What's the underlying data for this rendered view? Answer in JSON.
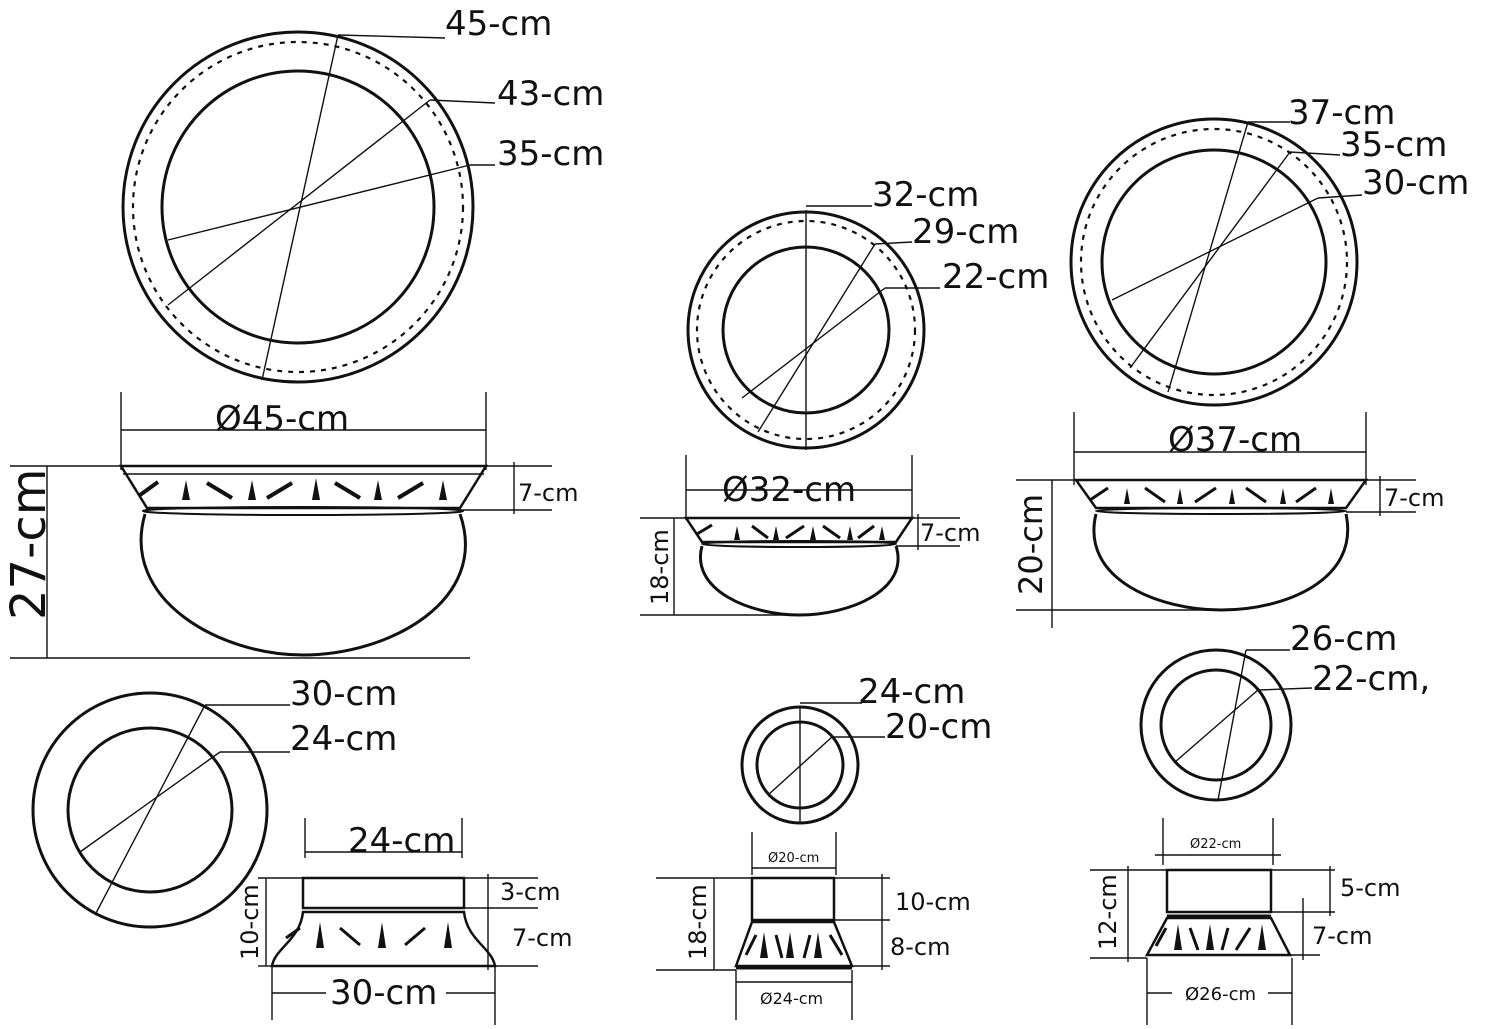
{
  "diagram": {
    "large_top": {
      "outer": "45-cm",
      "middle": "43-cm",
      "inner": "35-cm"
    },
    "large_side": {
      "diameter": "Ø45-cm",
      "height": "27-cm",
      "band": "7-cm"
    },
    "medium_top": {
      "outer": "32-cm",
      "middle": "29-cm",
      "inner": "22-cm"
    },
    "medium_side": {
      "diameter": "Ø32-cm",
      "height": "18-cm",
      "band": "7-cm"
    },
    "right_top": {
      "outer": "37-cm",
      "middle": "35-cm",
      "inner": "30-cm"
    },
    "right_side": {
      "diameter": "Ø37-cm",
      "height": "20-cm",
      "band": "7-cm"
    },
    "small_left_top": {
      "outer": "30-cm",
      "inner": "24-cm"
    },
    "small_left_side": {
      "top_width": "24-cm",
      "bottom_width": "30-cm",
      "height": "10-cm",
      "upper": "3-cm",
      "lower": "7-cm"
    },
    "small_mid_top": {
      "outer": "24-cm",
      "inner": "20-cm"
    },
    "small_mid_side": {
      "top_diameter": "Ø20-cm",
      "bottom_diameter": "Ø24-cm",
      "height": "18-cm",
      "upper": "10-cm",
      "lower": "8-cm"
    },
    "small_right_top": {
      "outer": "26-cm",
      "inner": "22-cm,"
    },
    "small_right_side": {
      "top_diameter": "Ø22-cm",
      "bottom_diameter": "Ø26-cm",
      "height": "12-cm",
      "upper": "5-cm",
      "lower": "7-cm"
    }
  }
}
